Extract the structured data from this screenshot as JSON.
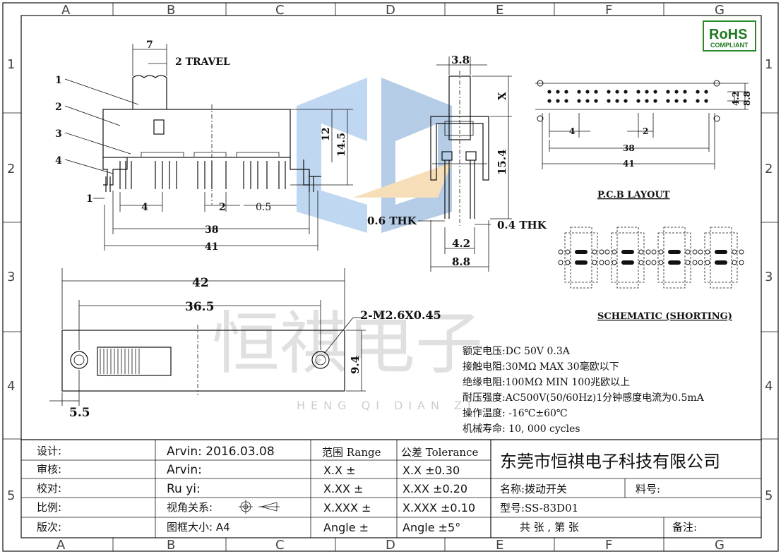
{
  "grid": {
    "cols": [
      "A",
      "B",
      "C",
      "D",
      "E",
      "F",
      "G"
    ],
    "rows": [
      "1",
      "2",
      "3",
      "4",
      "5"
    ]
  },
  "rohs": {
    "main": "RoHS",
    "sub": "COMPLIANT"
  },
  "side_view": {
    "callouts": [
      "1",
      "2",
      "3",
      "4"
    ],
    "dim_travel_width": "7",
    "travel_label": "2 TRAVEL",
    "dim_12": "12",
    "dim_14_5": "14.5",
    "dim_1": "1",
    "dim_4": "4",
    "dim_2": "2",
    "dim_0_5": "0.5",
    "dim_38": "38",
    "dim_41": "41"
  },
  "end_view": {
    "dim_3_8": "3.8",
    "dim_x": "X",
    "dim_15_4": "15.4",
    "thk_06": "0.6 THK",
    "thk_04": "0.4 THK",
    "dim_4_2": "4.2",
    "dim_8_8": "8.8"
  },
  "pcb": {
    "dim_4_2": "4.2",
    "dim_8_8": "8.8",
    "dim_4": "4",
    "dim_2": "2",
    "dim_38": "38",
    "dim_41": "41",
    "title": "P.C.B LAYOUT"
  },
  "schematic": {
    "title": "SCHEMATIC (SHORTING)"
  },
  "top_view": {
    "dim_42": "42",
    "dim_36_5": "36.5",
    "screw": "2-M2.6X0.45",
    "dim_9_4": "9.4",
    "dim_5_5": "5.5"
  },
  "watermark": {
    "cn": "恒祺电子",
    "en": "HENG QI DIAN ZI"
  },
  "specs": [
    "额定电压:DC 50V 0.3A",
    "接触电阻:30MΩ MAX 30毫欧以下",
    "绝缘电阻:100MΩ MIN 100兆欧以上",
    "耐压强度:AC500V(50/60Hz)1分钟感度电流为0.5mA",
    "操作温度: -16℃±60℃",
    "机械寿命: 10, 000 cycles"
  ],
  "title_block": {
    "labels": [
      "设计:",
      "审核:",
      "校对:",
      "比例:",
      "版次:"
    ],
    "values": [
      "Arvin:  2016.03.08",
      "Arvin:",
      "Ru yi:",
      "视角关系:",
      "图框大小:  A4"
    ],
    "range_header": "范围 Range",
    "tol_header": "公差 Tolerance",
    "range_rows": [
      "X.X       ±",
      "X.XX     ±",
      "X.XXX   ±",
      "Angle  ±"
    ],
    "tol_rows": [
      "X.X       ±0.30",
      "X.XX     ±0.20",
      "X.XXX   ±0.10",
      "Angle  ±5°"
    ],
    "company": "东莞市恒祺电子科技有限公司",
    "name": "名称:拨动开关",
    "part_no": "料号:",
    "model": "型号:SS-83D01",
    "sheet": "共   张  , 第   张",
    "remarks": "备注:"
  }
}
